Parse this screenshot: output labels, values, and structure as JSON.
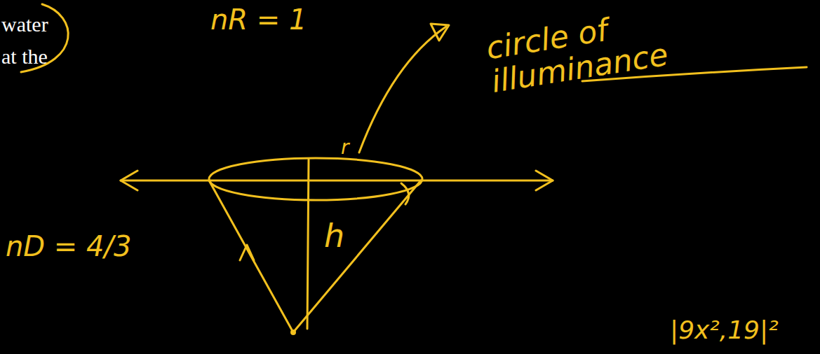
{
  "diagram": {
    "labels": [
      "water",
      "at the",
      "nR = 1",
      "circle of illuminance",
      "r",
      "h",
      "nD = 4/3",
      "|9x²,19|²"
    ]
  }
}
